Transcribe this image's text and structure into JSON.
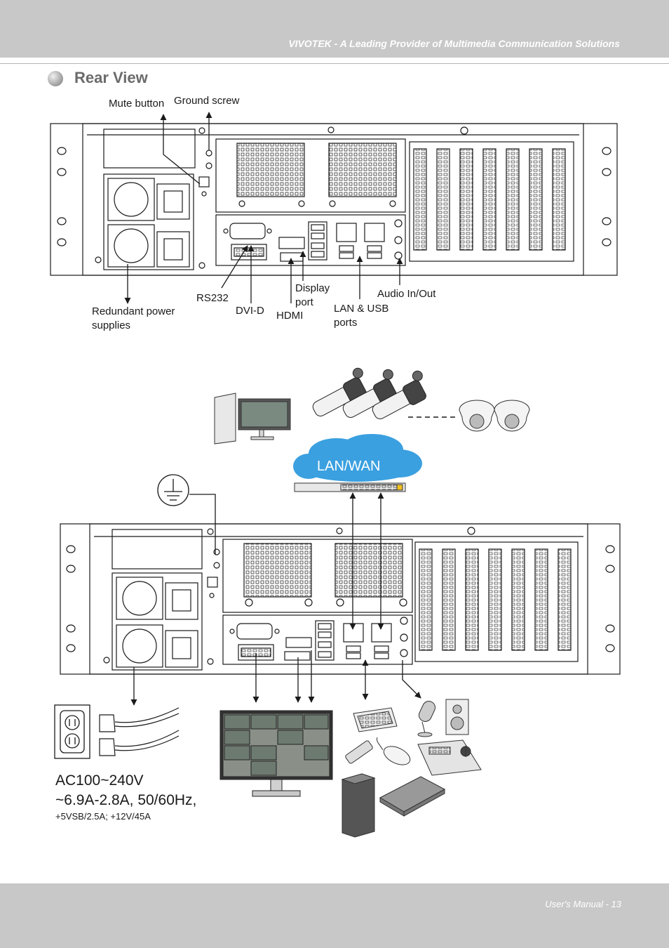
{
  "header": {
    "text": "VIVOTEK - A Leading Provider of Multimedia Communication Solutions"
  },
  "section": {
    "title": "Rear View"
  },
  "labels": {
    "mute_button": "Mute button",
    "ground_screw": "Ground screw",
    "rs232": "RS232",
    "dvi_d": "DVI-D",
    "hdmi": "HDMI",
    "display_port_line1": "Display",
    "display_port_line2": "port",
    "lan_usb_line1": "LAN & USB",
    "lan_usb_line2": "ports",
    "audio": "Audio In/Out",
    "psu_line1": "Redundant power",
    "psu_line2": "supplies"
  },
  "network": {
    "cloud_label": "LAN/WAN"
  },
  "power": {
    "line1": "AC100~240V",
    "line2": "~6.9A-2.8A, 50/60Hz,",
    "line3": "+5VSB/2.5A; +12V/45A"
  },
  "footer": {
    "text": "User's Manual - 13"
  },
  "colors": {
    "cloud": "#3aa0e0",
    "band": "#c8c8c8",
    "title": "#6b6b6b",
    "switch_led": "#f0c020"
  }
}
